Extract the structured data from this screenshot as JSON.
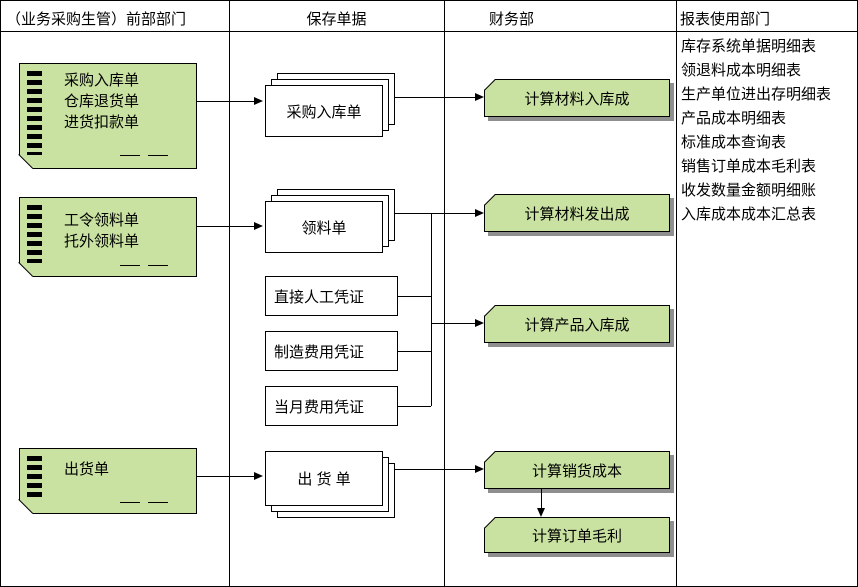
{
  "lanes": {
    "lane1_header": "（业务采购生管）前部部门",
    "lane2_header": "保存单据",
    "lane3_header": "财务部",
    "lane4_header": "报表使用部门"
  },
  "notes": [
    {
      "lines": [
        "采购入库单",
        "仓库退货单",
        "进货扣款单"
      ]
    },
    {
      "lines": [
        "工令领料单",
        "托外领料单"
      ]
    },
    {
      "lines": [
        "出货单"
      ]
    }
  ],
  "stacked_docs": [
    "采购入库单",
    "领料单",
    "出 货 单"
  ],
  "vouchers": [
    "直接人工凭证",
    "制造费用凭证",
    "当月费用凭证"
  ],
  "finance_steps": [
    "计算材料入库成",
    "计算材料发出成",
    "计算产品入库成",
    "计算销货成本",
    "计算订单毛利"
  ],
  "reports": [
    "库存系统单据明细表",
    "领退料成本明细表",
    "生产单位进出存明细表",
    "产品成本明细表",
    "标准成本查询表",
    "销售订单成本毛利表",
    "收发数量金额明细账",
    "入库成本成本汇总表"
  ],
  "colors": {
    "shape_green": "#c9e2a1",
    "shadow_gray": "#8f8f8f",
    "line_black": "#000000",
    "background": "#ffffff"
  }
}
